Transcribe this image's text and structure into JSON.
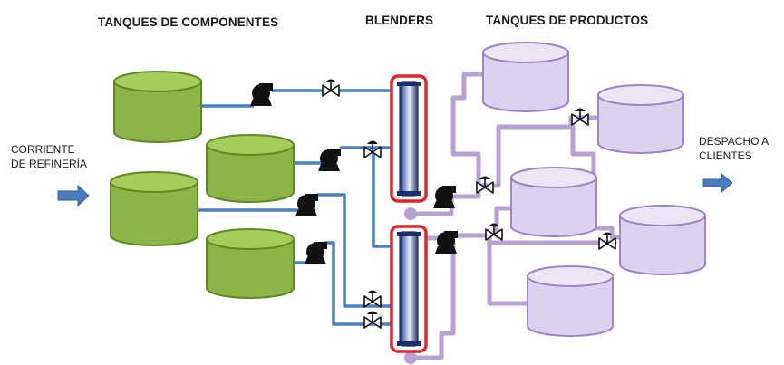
{
  "headers": {
    "component_tanks": "TANQUES DE COMPONENTES",
    "blenders": "BLENDERS",
    "product_tanks": "TANQUES DE PRODUCTOS"
  },
  "inlet": {
    "line1": "CORRIENTE",
    "line2": "DE REFINERÍA"
  },
  "outlet": {
    "line1": "DESPACHO A",
    "line2": "CLIENTES"
  },
  "colors": {
    "component_tank_fill": "#8cb44a",
    "component_tank_top": "#a6cc5e",
    "component_tank_stroke": "#5f8a22",
    "product_tank_fill": "#ddd2ee",
    "product_tank_top": "#ece5f6",
    "product_tank_stroke": "#9b86c3",
    "feed_pipe": "#4a7fc0",
    "product_pipe": "#b5a1d2",
    "blender_border": "#e0252b",
    "arrow": "#4a7bbd",
    "pump": "#111111"
  }
}
